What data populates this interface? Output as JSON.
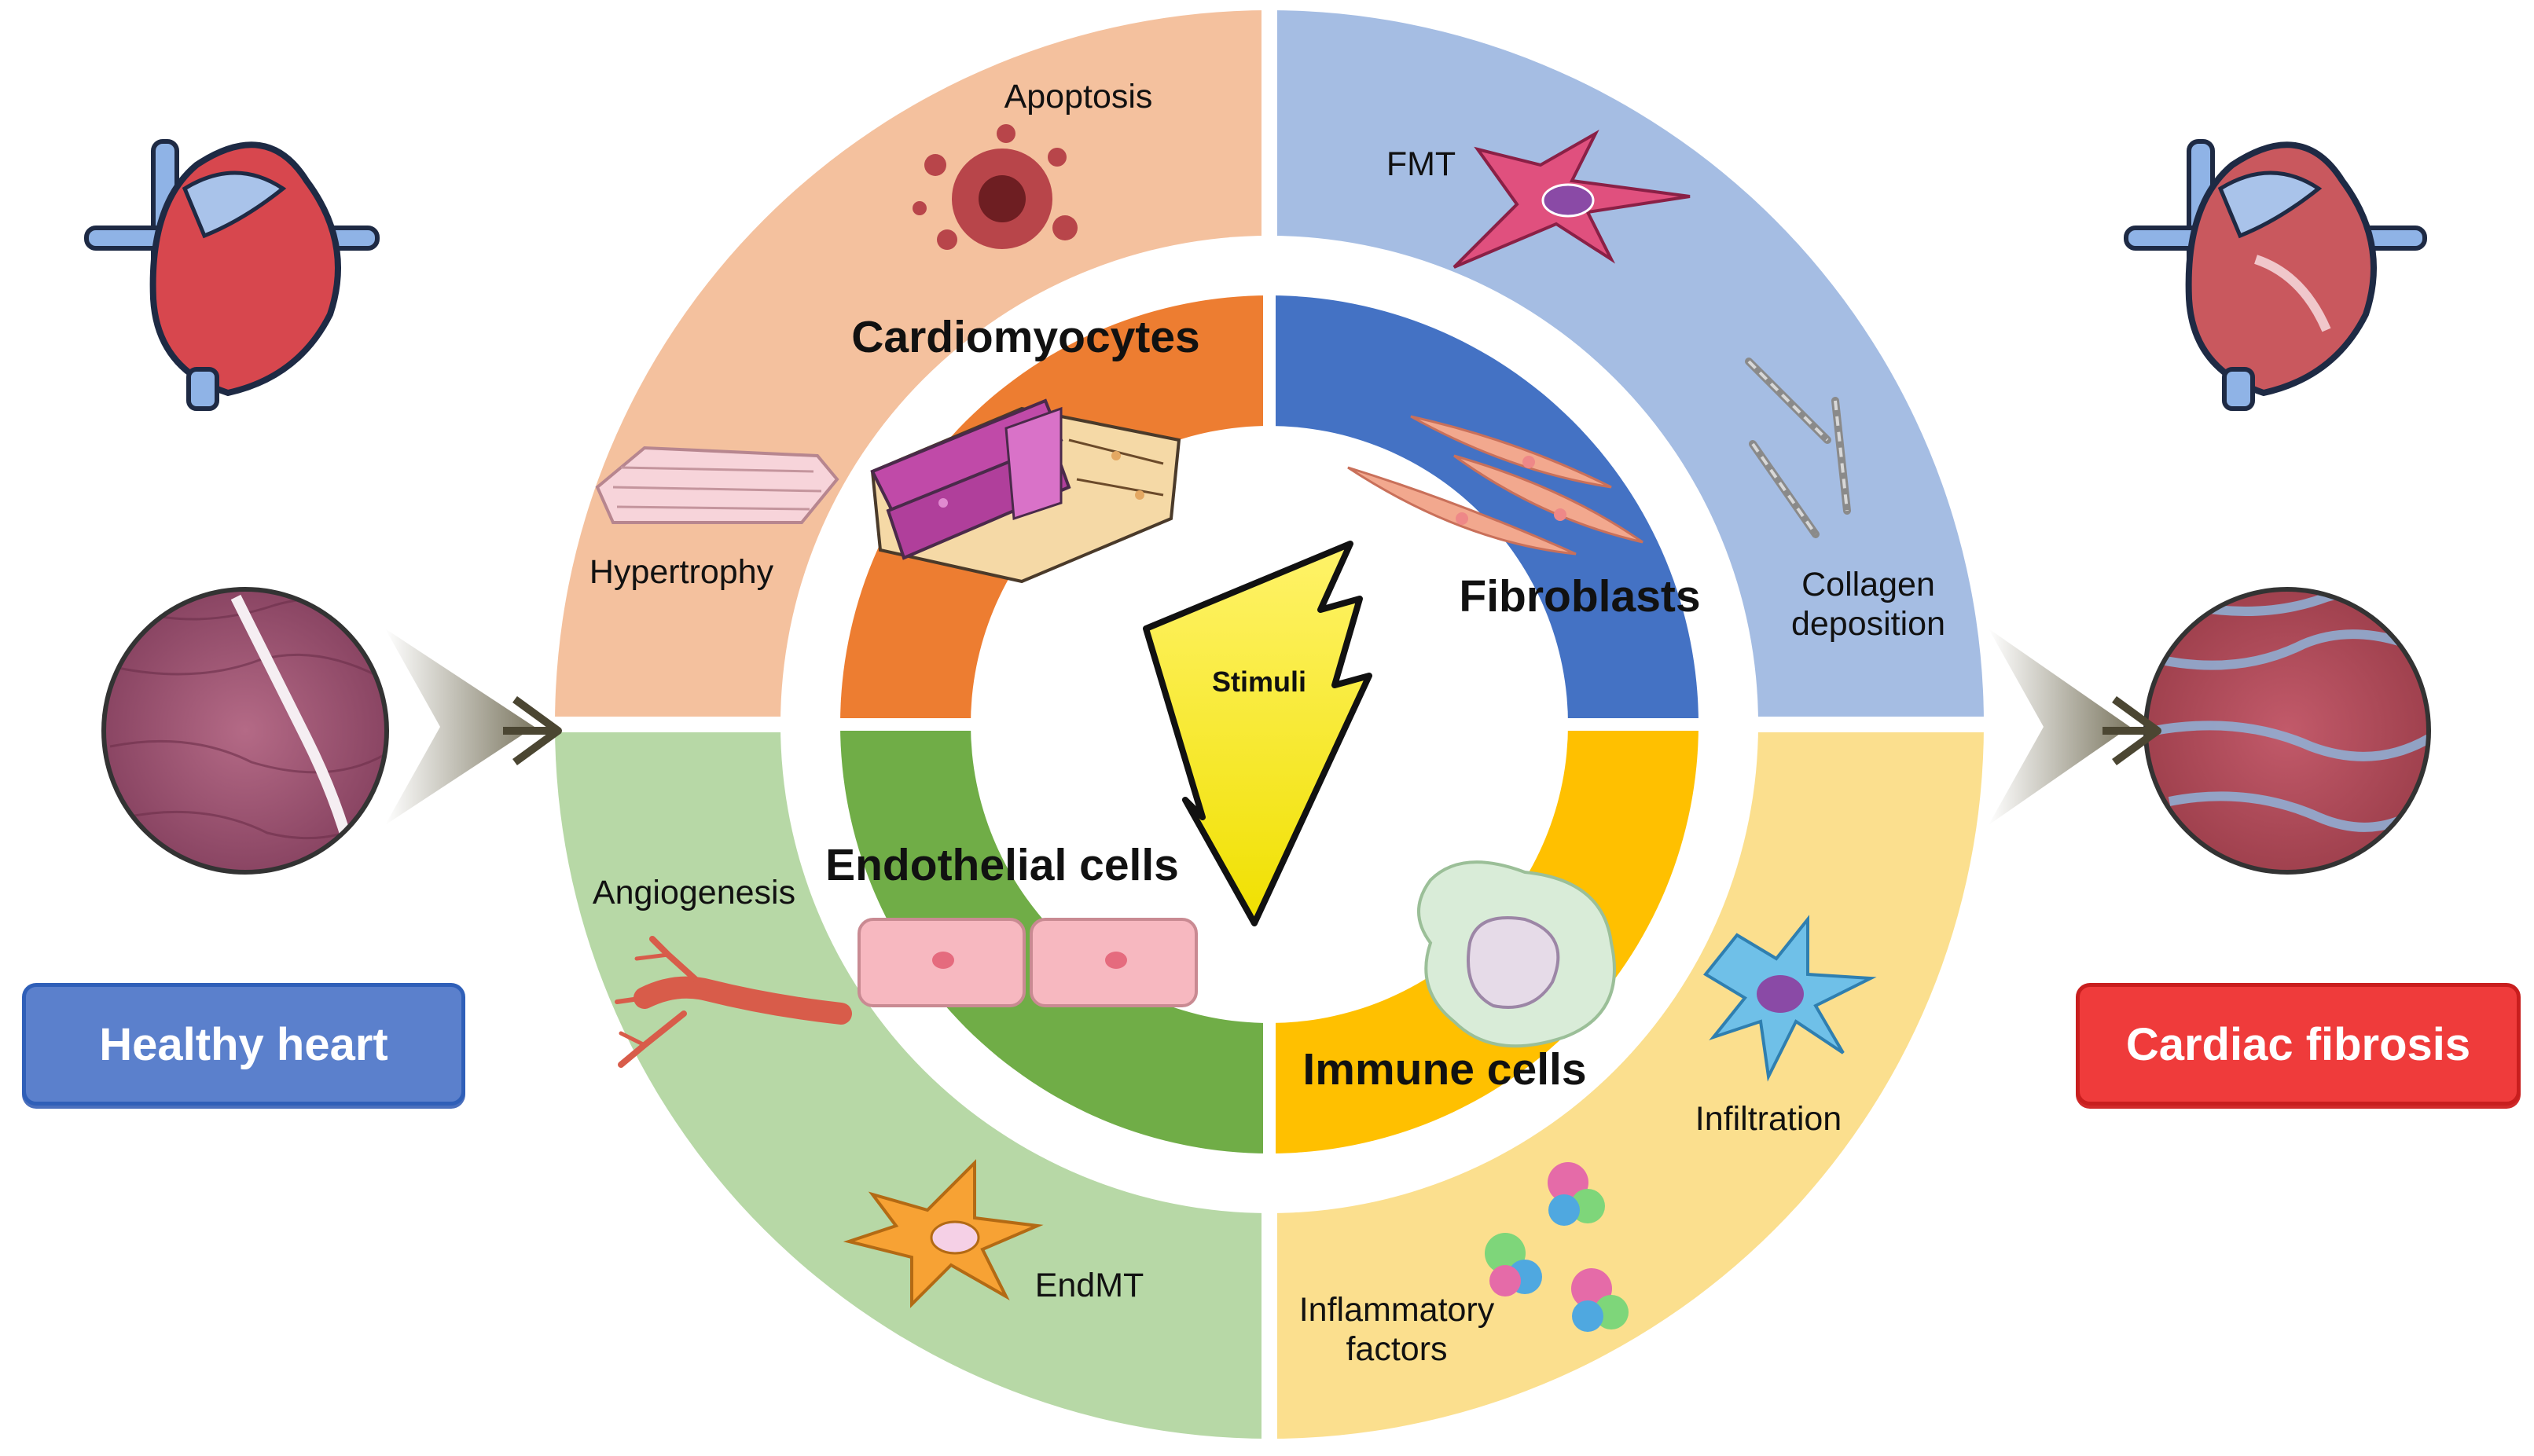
{
  "center": {
    "label": "Stimuli"
  },
  "cell_types": {
    "cardiomyocytes": "Cardiomyocytes",
    "fibroblasts": "Fibroblasts",
    "endothelial": "Endothelial cells",
    "immune": "Immune cells"
  },
  "processes": {
    "apoptosis": "Apoptosis",
    "hypertrophy": "Hypertrophy",
    "fmt": "FMT",
    "collagen_line1": "Collagen",
    "collagen_line2": "deposition",
    "angiogenesis": "Angiogenesis",
    "endmt": "EndMT",
    "infiltration": "Infiltration",
    "inflammatory_line1": "Inflammatory",
    "inflammatory_line2": "factors"
  },
  "states": {
    "healthy": "Healthy heart",
    "fibrosis": "Cardiac fibrosis"
  },
  "colors": {
    "outer_cardio": "#f4c19e",
    "outer_fibro": "#a5bde3",
    "outer_endo": "#b7d8a6",
    "outer_immune": "#fbdf8e",
    "inner_cardio": "#ed7d31",
    "inner_fibro": "#4472c4",
    "inner_endo": "#70ad47",
    "inner_immune": "#ffc000",
    "healthy_button": "#5b80cc",
    "fibrosis_button": "#ef3b3b"
  }
}
